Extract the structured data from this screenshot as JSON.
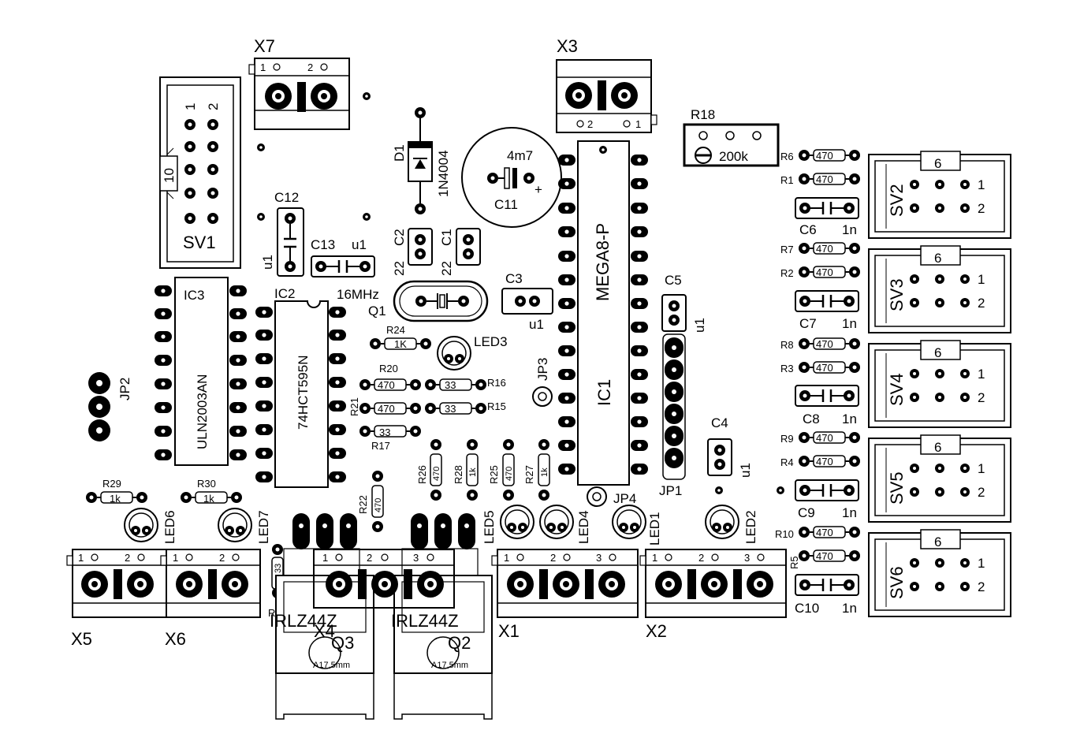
{
  "colors": {
    "ink": "#000000",
    "paper": "#ffffff"
  },
  "labels": {
    "X7": "X7",
    "X3": "X3",
    "X5": "X5",
    "X6": "X6",
    "X1": "X1",
    "X2": "X2",
    "X4": "X4",
    "SV1": "SV1",
    "SV2": "SV2",
    "SV3": "SV3",
    "SV4": "SV4",
    "SV5": "SV5",
    "SV6": "SV6",
    "IC1": "IC1",
    "IC2": "IC2",
    "IC3": "IC3",
    "MEGA8": "MEGA8-P",
    "ULN": "ULN2003AN",
    "HCT": "74HCT595N",
    "D1": "D1",
    "N4004": "1N4004",
    "C1": "C1",
    "C2": "C2",
    "C3": "C3",
    "C4": "C4",
    "C5": "C5",
    "C6": "C6",
    "C7": "C7",
    "C8": "C8",
    "C9": "C9",
    "C10": "C10",
    "C11": "C11",
    "C12": "C12",
    "C13": "C13",
    "u1": "u1",
    "n1": "1n",
    "v22": "22",
    "v4m7": "4m7",
    "mhz": "16MHz",
    "Q1": "Q1",
    "R18": "R18",
    "v200k": "200k",
    "R1": "R1",
    "R2": "R2",
    "R3": "R3",
    "R4": "R4",
    "R5": "R5",
    "R6": "R6",
    "R7": "R7",
    "R8": "R8",
    "R9": "R9",
    "R10": "R10",
    "R15": "R15",
    "R16": "R16",
    "R17": "R17",
    "R20": "R20",
    "R21": "R21",
    "R22": "R22",
    "R24": "R24",
    "R25": "R25",
    "R26": "R26",
    "R27": "R27",
    "R28": "R28",
    "R29": "R29",
    "R30": "R30",
    "R13": "R13",
    "v470": "470",
    "v33": "33",
    "v1K": "1K",
    "v1k": "1k",
    "v6": "6",
    "v10": "10",
    "LED1": "LED1",
    "LED2": "LED2",
    "LED3": "LED3",
    "LED4": "LED4",
    "LED5": "LED5",
    "LED6": "LED6",
    "LED7": "LED7",
    "JP1": "JP1",
    "JP2": "JP2",
    "JP3": "JP3",
    "JP4": "JP4",
    "IRLZ": "IRLZ44Z",
    "Q2": "Q2",
    "Q3": "Q3",
    "A17": "A17,5mm",
    "p1": "1",
    "p2": "2",
    "p3": "3"
  }
}
